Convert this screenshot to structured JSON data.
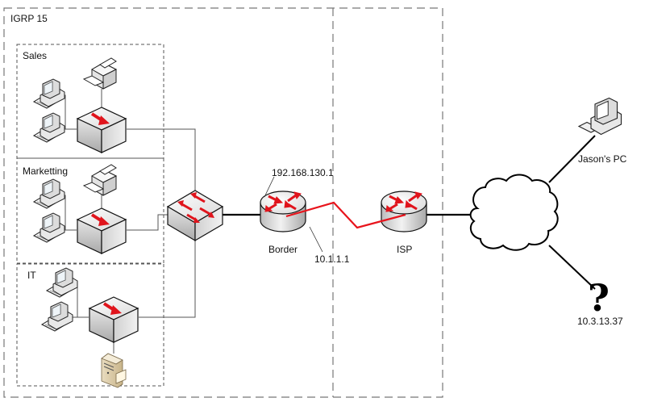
{
  "title": "IGRP 15",
  "zones": {
    "sales": "Sales",
    "marketing": "Marketting",
    "it": "IT"
  },
  "devices": {
    "border_router": {
      "name": "Border",
      "ip_internal": "192.168.130.1",
      "ip_external": "10.1.1.1"
    },
    "isp_router": {
      "name": "ISP"
    },
    "jasons_pc": {
      "name": "Jason's PC"
    },
    "unknown_host": {
      "name": "10.3.13.37",
      "symbol": "?"
    }
  },
  "colors": {
    "dashed_frame": "#777777",
    "wire": "#555555",
    "backbone": "#000000",
    "red_link": "#e8141c",
    "arrow_red": "#e0141c"
  }
}
